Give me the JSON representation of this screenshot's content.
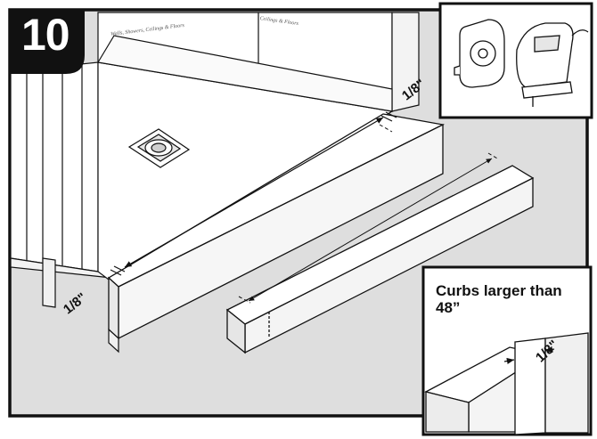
{
  "step": {
    "number": "10"
  },
  "labels": {
    "gap_top": "1/8\"",
    "gap_left": "1/8\""
  },
  "inset": {
    "title": "Curbs larger than 48”",
    "gap": "1/8\""
  },
  "packaging": {
    "text_a": "Walls, Showers, Ceilings & Floors",
    "text_b": "Ceilings & Floors"
  },
  "colors": {
    "background_gray": "#dedede",
    "line": "#111111",
    "frame": "#111111",
    "badge": "#111111"
  },
  "tools": [
    "tape-measure",
    "jigsaw"
  ]
}
